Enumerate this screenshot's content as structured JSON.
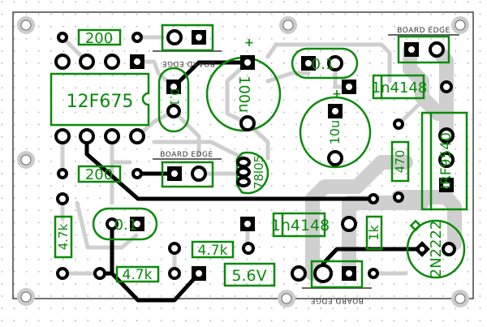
{
  "board": {
    "edge_label": "BOARD EDGE",
    "colors": {
      "silkscreen": "#0a8a0a",
      "copper_top": "#000000",
      "copper_bottom": "#cfcfcf",
      "grid": "#b0b0b0"
    }
  },
  "components": {
    "ic": "12F675",
    "r_top": "200",
    "r_mid": "200",
    "c_vertical": "0.1",
    "c_top_right": "0.1",
    "c_bottom": "0.1",
    "cap_100u": "100u",
    "cap_10u": "10u",
    "cap_plus": "+",
    "diode_top": "1n4148",
    "diode_bottom": "1n4148",
    "r_470": "470",
    "mosfet": "IRF9540",
    "regulator": "78l05",
    "r_left_4k7": "4.7k",
    "r_bottom_4k7": "4.7k",
    "r_mid_4k7": "4.7k",
    "zener": "5.6V",
    "r_1k": "1k",
    "transistor": "2N2222"
  }
}
